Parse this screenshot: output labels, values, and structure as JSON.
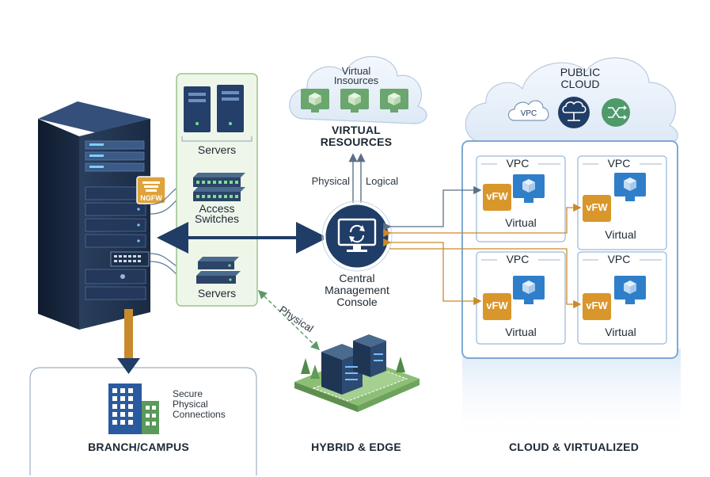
{
  "rack": {
    "ngfw_badge": "NGFW"
  },
  "access_panel": {
    "servers_top_label": "Servers",
    "switches_label_line1": "Access",
    "switches_label_line2": "Switches",
    "servers_bottom_label": "Servers"
  },
  "virtual_resources": {
    "cloud_label_line1": "Virtual",
    "cloud_label_line2": "Insources",
    "title_line1": "VIRTUAL",
    "title_line2": "RESOURCES"
  },
  "links": {
    "physical_up": "Physical",
    "logical_up": "Logical",
    "physical_diagonal": "Physical"
  },
  "console": {
    "line1": "Central",
    "line2": "Management",
    "line3": "Console"
  },
  "public_cloud": {
    "title_line1": "PUBLIC",
    "title_line2": "CLOUD",
    "vpc_badge": "VPC"
  },
  "vpc_cells": [
    {
      "vpc": "VPC",
      "vfw": "vFW",
      "label": "Virtual"
    },
    {
      "vpc": "VPC",
      "vfw": "vFW",
      "label": "Virtual"
    },
    {
      "vpc": "VPC",
      "vfw": "vFW",
      "label": "Virtual"
    },
    {
      "vpc": "VPC",
      "vfw": "vFW",
      "label": "Virtual"
    }
  ],
  "branch": {
    "secure_line1": "Secure",
    "secure_line2": "Physical",
    "secure_line3": "Connections"
  },
  "sections": {
    "branch": "BRANCH/CAMPUS",
    "hybrid": "HYBRID & EDGE",
    "cloud": "CLOUD & VIRTUALIZED"
  },
  "colors": {
    "navy": "#1f3d66",
    "green_panel": "#eef6ea",
    "green_border": "#9cc48c",
    "orange_vfw": "#d9962b",
    "cloud_blue": "#e9f2fb"
  }
}
